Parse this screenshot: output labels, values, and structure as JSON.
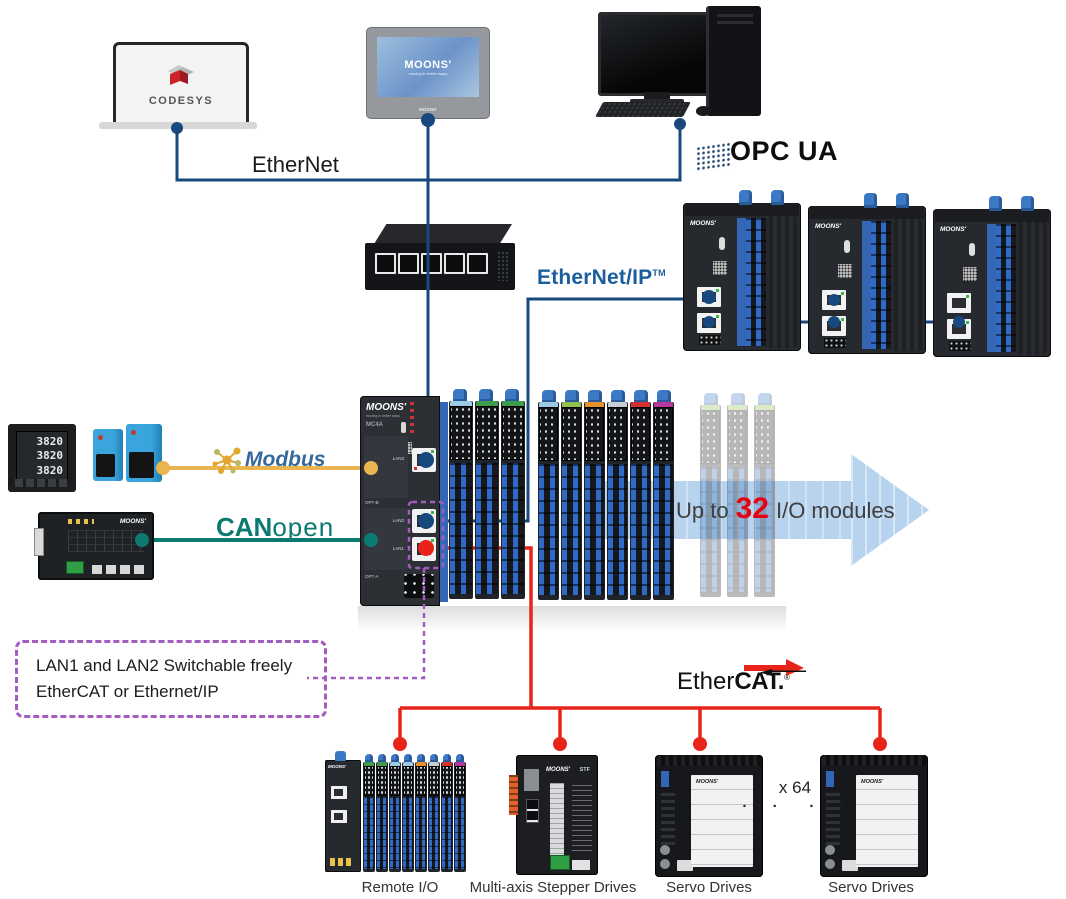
{
  "colors": {
    "ethernet_line": "#17497e",
    "ethercat_line": "#e8231a",
    "modbus_line": "#eab54e",
    "canopen_line": "#0b7a70",
    "note_dash": "#a35cc0",
    "arrow_fill": "#b7d3ee",
    "count_red": "#e60012",
    "ethernet_ip_text": "#1b5e9e"
  },
  "top": {
    "codesys_label": "CODESYS",
    "hmi_brand": "MOONS'",
    "hmi_tagline": "moving in better ways",
    "hmi_bezel_brand": "MOONS'",
    "opcua_label": "OPC UA"
  },
  "labels": {
    "ethernet": "EtherNet",
    "ethernet_ip": "EtherNet/IP",
    "ethernet_ip_tm": "TM",
    "modbus": "Modbus",
    "canopen_bold": "CAN",
    "canopen_light": "open",
    "ethercat_regular": "Ether",
    "ethercat_bold": "CAT.",
    "ethercat_reg": "®"
  },
  "controller": {
    "brand": "MOONS'",
    "tagline": "moving in better ways",
    "model": "MC4A",
    "port_lan3": "LAN3",
    "port_lan2": "LAN2",
    "port_lan1": "LAN1",
    "opt_b": "OPT-B",
    "opt_a": "OPT-A"
  },
  "drives_brand": "MOONS'",
  "meter": {
    "line1": "3820",
    "line2": "3820",
    "line3": "3820"
  },
  "board": {
    "brand": "MOONS'"
  },
  "note": {
    "line1": "LAN1 and LAN2 Switchable freely",
    "line2": "EtherCAT or Ethernet/IP"
  },
  "arrow": {
    "prefix": "Up to",
    "count": "32",
    "suffix": "I/O modules"
  },
  "bottom": {
    "remote_io": "Remote I/O",
    "stepper": "Multi-axis Stepper Drives",
    "servo1": "Servo Drives",
    "servo2": "Servo Drives",
    "multiplier": "x 64",
    "dots": "· · ·    · · ·",
    "stepper_brand": "MOONS'",
    "stepper_model": "STF"
  }
}
